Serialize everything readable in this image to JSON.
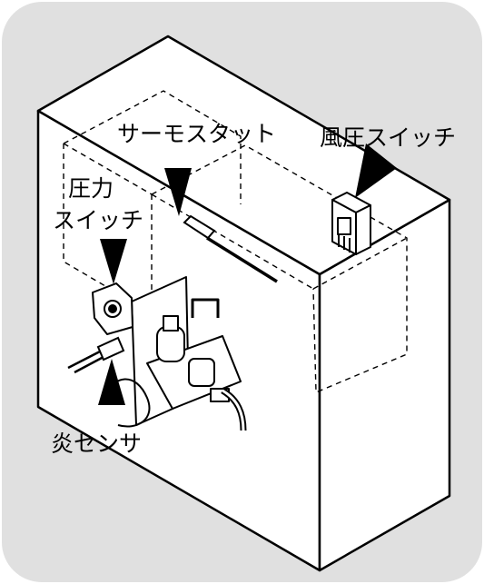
{
  "labels": {
    "thermostat": "サーモスタット",
    "wind_pressure_switch": "風圧スイッチ",
    "pressure_switch_line1": "圧力",
    "pressure_switch_line2": "スイッチ",
    "flame_sensor": "炎センサ"
  },
  "colors": {
    "panel_background": "#e0e0e0",
    "ink": "#000000",
    "box_fill": "#ffffff"
  }
}
